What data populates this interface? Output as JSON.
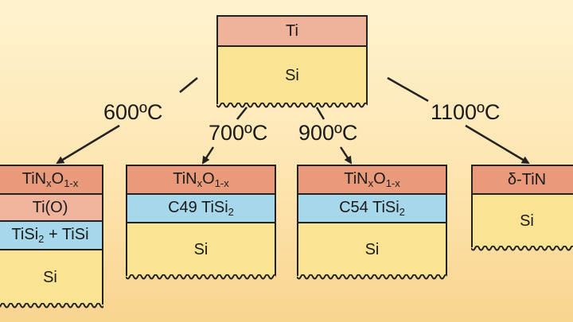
{
  "colors": {
    "nitride": "#e89a7a",
    "titanium": "#efb39b",
    "silicide": "#a7d7ea",
    "silicon": "#fbe394",
    "background": "#fde5b0"
  },
  "start": {
    "top": "Ti",
    "bottom": "Si"
  },
  "branches": [
    {
      "temperature": "600ºC",
      "layers": [
        "TiNxO1-x",
        "Ti(O)",
        "TiSi2 + TiSi",
        "Si"
      ]
    },
    {
      "temperature": "700ºC",
      "layers": [
        "TiNxO1-x",
        "C49 TiSi2",
        "Si"
      ]
    },
    {
      "temperature": "900ºC",
      "layers": [
        "TiNxO1-x",
        "C54 TiSi2",
        "Si"
      ]
    },
    {
      "temperature": "1100ºC",
      "layers": [
        "δ-TiN",
        "Si"
      ]
    }
  ]
}
